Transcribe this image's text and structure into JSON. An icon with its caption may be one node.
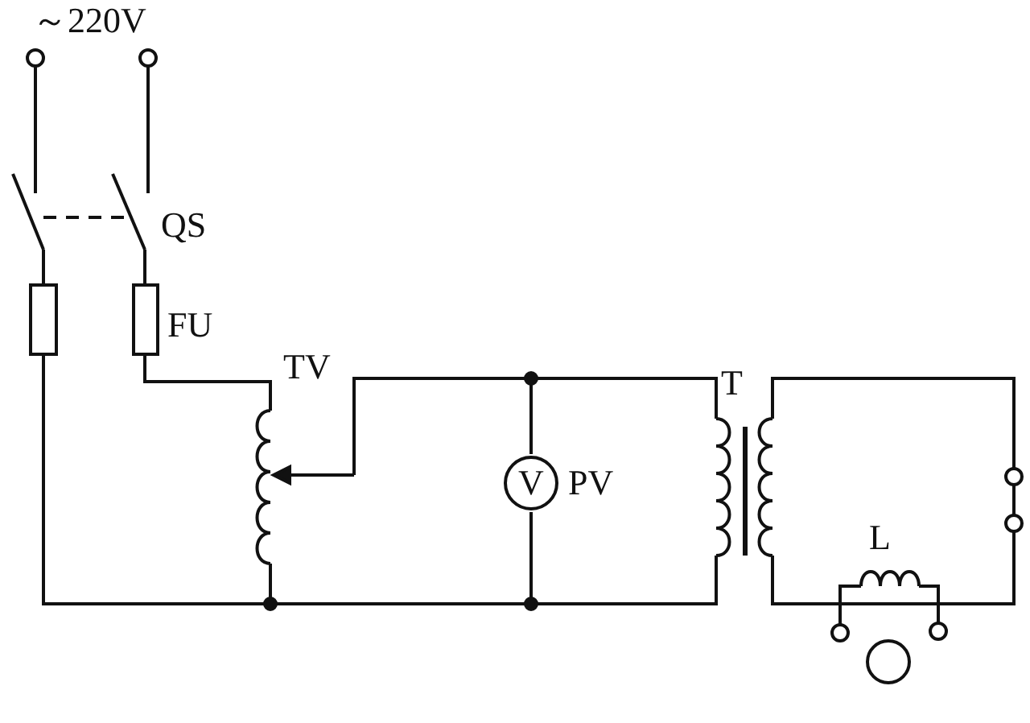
{
  "diagram": {
    "nodes": [
      {
        "text": [
          "V"
        ],
        "beside": [
          "PV"
        ]
      }
    ],
    "labels": [
      "～220V",
      "QS",
      "FU",
      "TV",
      "T",
      "L"
    ]
  }
}
